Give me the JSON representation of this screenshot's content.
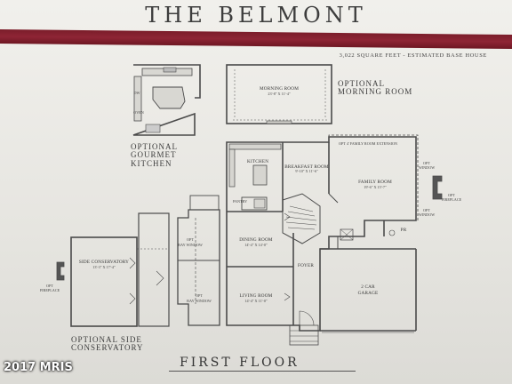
{
  "header": {
    "title": "THE BELMONT",
    "square_feet": "3,022 SQUARE FEET - ESTIMATED BASE HOUSE"
  },
  "options": {
    "gourmet_kitchen": "OPTIONAL GOURMET KITCHEN",
    "morning_room": "OPTIONAL MORNING ROOM",
    "side_conservatory": "OPTIONAL SIDE CONSERVATORY"
  },
  "floor_label": "FIRST FLOOR",
  "watermark": "2017 MRIS",
  "rooms": {
    "morning_room": {
      "name": "MORNING ROOM",
      "dims": "23'-8\" X 11'-4\""
    },
    "kitchen": {
      "name": "KITCHEN"
    },
    "breakfast_room": {
      "name": "BREAKFAST ROOM",
      "dims": "9'-10\" X 11'-6\""
    },
    "family_room": {
      "name": "FAMILY ROOM",
      "dims": "19'-6\" X 15'-7\""
    },
    "family_ext": {
      "name": "OPT 4' FAMILY ROOM EXTENSION"
    },
    "pantry": {
      "name": "PANTRY"
    },
    "dining_room": {
      "name": "DINING ROOM",
      "dims": "14'-4\" X 14'-0\""
    },
    "living_room": {
      "name": "LIVING ROOM",
      "dims": "14'-4\" X 11'-0\""
    },
    "foyer": {
      "name": "FOYER"
    },
    "garage": {
      "name": "2 CAR",
      "name2": "GARAGE"
    },
    "pr": {
      "name": "PR"
    },
    "side_conservatory": {
      "name": "SIDE CONSERVATORY",
      "dims": "13'-3\" X 17'-4\""
    },
    "bay1": {
      "name": "OPT",
      "name2": "BAY WINDOW"
    },
    "bay2": {
      "name": "OPT",
      "name2": "BAY WINDOW"
    },
    "opt_window_1": {
      "name": "OPT",
      "name2": "WINDOW"
    },
    "opt_window_2": {
      "name": "OPT",
      "name2": "WINDOW"
    },
    "opt_fireplace_right": {
      "name": "OPT",
      "name2": "FIREPLACE"
    },
    "opt_fireplace_left": {
      "name": "OPT",
      "name2": "FIREPLACE"
    },
    "dw": {
      "name": "DW"
    },
    "oven": {
      "name": "OVEN"
    }
  }
}
